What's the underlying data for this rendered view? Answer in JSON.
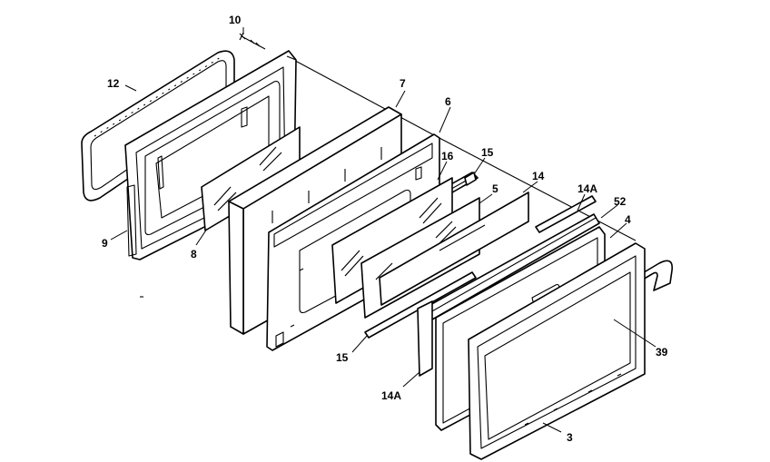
{
  "diagram": {
    "callouts": {
      "c10": "10",
      "c12": "12",
      "c7": "7",
      "c6": "6",
      "c16": "16",
      "c15_top": "15",
      "c14": "14",
      "c14A_top": "14A",
      "c52": "52",
      "c5": "5",
      "c4": "4",
      "c8": "8",
      "c9": "9",
      "c15_bottom": "15",
      "c14A_bottom": "14A",
      "c39": "39",
      "c3": "3"
    }
  }
}
